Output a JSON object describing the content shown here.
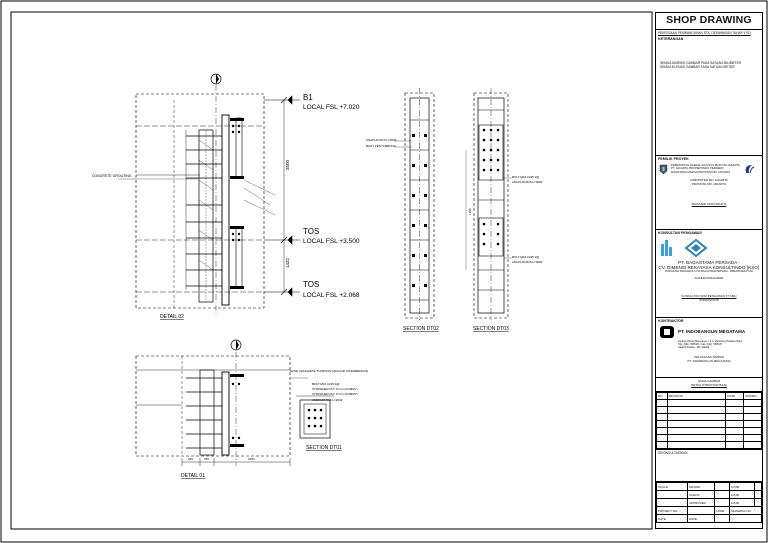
{
  "title_block": {
    "title": "SHOP DRAWING",
    "project_title": "PEKERJAAN PEMBANGUNAN STA. DESAWASAN TAHAP II SD",
    "notes_heading": "KETERANGAN",
    "notes": [
      "SEMUA DIMENSI GAMBAR PADA SATUAN MILIMETER",
      "SEMUA ELEVASI GAMBAR PADA SATUAN METER"
    ],
    "owner_heading": "PEMILIK PROYEK",
    "owner_lines": [
      "PEMERINTAH DAERAH KHUSUS IBUKOTA JAKARTA",
      "PT. JAKARTA PROPERTINDO PERSERO",
      "DINAS BINA MARGA PROVINSI DKI JAKARTA"
    ],
    "owner_caption": [
      "KABUPATEN DKI JAKARTA",
      "PROVINSI DKI JAKARTA"
    ],
    "owner_stamp": "MANAJER KONSTRUKSI",
    "consultant_heading": "KONSULTAN PENGAWAS",
    "consultant_names": [
      "PT. BAGASTAMA PERSADA -",
      "CV. DIMENSI REKAYASA KONSULTINDO (KSO)"
    ],
    "consultant_caption": "KONSULTAN PENGAWAS / KSO BAGASTAMA PERSADA - DIMENSI REKAYASA",
    "consultant_role": "SUPERVISI/LEADER",
    "consultant_sign": [
      "KONSULTAN SDM PENGAWAS JT SMH",
      "SUPERVISOR"
    ],
    "contractor_heading": "KONTRAKTOR",
    "contractor_name": "PT. INDOBANGUN MEGATAMA",
    "contractor_address": [
      "Gedung Wisma Mampang Lt. 3 Jl. Mampang Prapatan Raya",
      "Telp. (021) 7985436 / Fax. (021) 7985437",
      "Jakarta Selatan - DKI Jakarta"
    ],
    "contractor_sign": [
      "PELAKSANA SIMPAN",
      "PT. INDOBANGUN MEGATAMA"
    ],
    "drawing_name_heading": "NAMA GAMBAR",
    "drawing_name": "DETAIL STRUKTUR BAJA",
    "revision_headers": [
      "NO",
      "REVISION",
      "DATE",
      "SIGNED"
    ],
    "revision_rows": 7,
    "checked_label": "DIKONSULTASIKAN",
    "meta_rows": [
      [
        "SCALE",
        "DRAWN",
        "DATE"
      ],
      [
        "",
        "CHECK",
        "DATE"
      ],
      [
        "",
        "APPROVED",
        "DATE"
      ],
      [
        "PROJECT NO.",
        "CODE",
        "DRAWING NO."
      ],
      [
        "DATE",
        "DATE",
        ""
      ]
    ]
  },
  "drawing": {
    "elevations": [
      {
        "name": "B1",
        "level": "LOCAL FSL +7.020"
      },
      {
        "name": "TOS",
        "level": "LOCAL FSL +3.500"
      },
      {
        "name": "TOS",
        "level": "LOCAL FSL +2.068"
      }
    ],
    "dims": {
      "upper": "3500",
      "lower": "1432",
      "mid": "1250"
    },
    "callout_concrete": "CONCRETE GROUTING",
    "callout_base": "BASE CONCRETE TUMPUAN ANCHOR INTERMEDIATE",
    "callouts_dt02": [
      "ANGKUR M16 L=2002",
      "BAUT PENYAMBUNG"
    ],
    "callouts_dt03": [
      "BOLT M16 A325 2@",
      "ANGKUR M16 L=2002"
    ],
    "callouts_dt03b": [
      "BOLT M16 A325 2@",
      "ANGKUR M16 L=2002"
    ],
    "callouts_dt01": [
      "BOLT M16 A325 4@",
      "STIFFENER PLT. 8 mm (DUMMY)",
      "STIFFENER PLT. 8 mm (DUMMY)",
      "ANGKUR M16 L=2002"
    ],
    "labels": {
      "detail_02": "DETAIL 02",
      "section_dt02": "SECTION DT02",
      "section_dt03": "SECTION DT03",
      "detail_01": "DETAIL 01",
      "section_dt01": "SECTION DT01"
    },
    "bottom_dims": [
      "250",
      "250",
      "1000"
    ]
  }
}
